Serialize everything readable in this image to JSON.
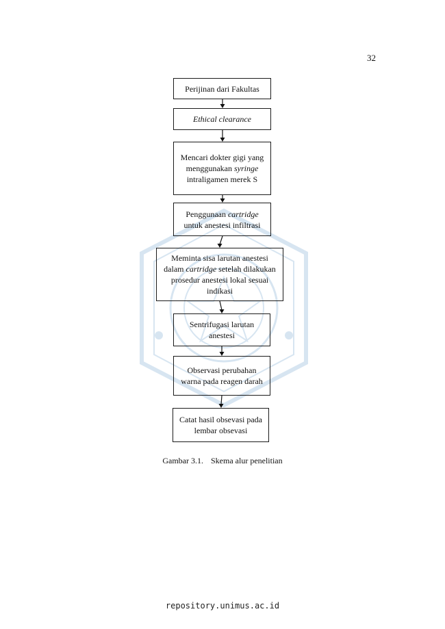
{
  "page_number": "32",
  "flowchart": {
    "steps": [
      {
        "parts": [
          {
            "t": "Perijinan dari Fakultas",
            "i": false
          }
        ]
      },
      {
        "parts": [
          {
            "t": "Ethical clearance",
            "i": true
          }
        ]
      },
      {
        "parts": [
          {
            "t": "Mencari dokter gigi yang menggunakan ",
            "i": false
          },
          {
            "t": "syringe",
            "i": true
          },
          {
            "t": " intraligamen merek S",
            "i": false
          }
        ]
      },
      {
        "parts": [
          {
            "t": "Penggunaan ",
            "i": false
          },
          {
            "t": "cartridge",
            "i": true
          },
          {
            "t": " untuk anestesi infiltrasi",
            "i": false
          }
        ]
      },
      {
        "parts": [
          {
            "t": "Meminta sisa larutan anestesi dalam ",
            "i": false
          },
          {
            "t": "cartridge",
            "i": true
          },
          {
            "t": " setelah dilakukan prosedur anestesi lokal sesuai indikasi",
            "i": false
          }
        ]
      },
      {
        "parts": [
          {
            "t": "Sentrifugasi larutan anestesi",
            "i": false
          }
        ]
      },
      {
        "parts": [
          {
            "t": "Observasi perubahan warna pada reagen darah",
            "i": false
          }
        ]
      },
      {
        "parts": [
          {
            "t": "Catat hasil obsevasi pada lembar obsevasi",
            "i": false
          }
        ]
      }
    ]
  },
  "caption": {
    "number": "Gambar 3.1.",
    "text": "Skema alur penelitian"
  },
  "footer": "repository.unimus.ac.id",
  "colors": {
    "text": "#111111",
    "watermark": "#8fb6d8"
  }
}
